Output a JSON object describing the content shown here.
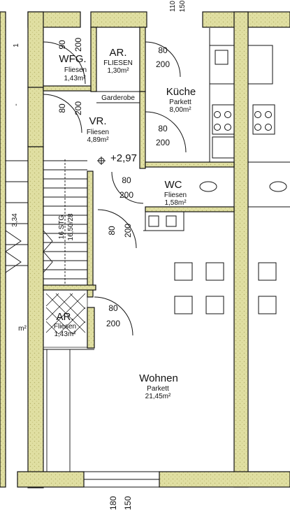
{
  "rooms": {
    "wfg": {
      "name": "WFG.",
      "floor": "Fliesen",
      "area": "1,43m²"
    },
    "ar_top": {
      "name": "AR.",
      "floor": "FLIESEN",
      "area": "1,30m²"
    },
    "kueche": {
      "name": "Küche",
      "floor": "Parkett",
      "area": "8,00m²"
    },
    "vr": {
      "name": "VR.",
      "floor": "Fliesen",
      "area": "4,89m²"
    },
    "wc": {
      "name": "WC",
      "floor": "Fliesen",
      "area": "1,58m²"
    },
    "ar_bottom": {
      "name": "AR.",
      "floor": "Fliesen",
      "area": "1,43m²"
    },
    "wohnen": {
      "name": "Wohnen",
      "floor": "Parkett",
      "area": "21,45m²"
    },
    "left_partial_area": "m²"
  },
  "labels": {
    "garderobe": "Garderobe",
    "level": "+2,97",
    "stairs_count": "16 STG",
    "stairs_dim": "16,50/28",
    "top_dim_a": "110",
    "top_dim_b": "150",
    "bottom_dim_a": "180",
    "bottom_dim_b": "150",
    "left_mark_a": "1",
    "left_mark_b": "-",
    "left_mark_c": "3,34"
  },
  "doors": {
    "wfg": {
      "w": "90",
      "h": "200"
    },
    "vr_left": {
      "w": "80",
      "h": "200"
    },
    "ar_top": {
      "w": "80",
      "h": "200"
    },
    "kueche": {
      "w": "80",
      "h": "200"
    },
    "wc": {
      "w": "80",
      "h": "200"
    },
    "wohnen_left": {
      "w": "80",
      "h": "200"
    },
    "ar_bottom": {
      "w": "80",
      "h": "200"
    }
  },
  "colors": {
    "wall": "#e0dfa2",
    "line": "#111111"
  }
}
